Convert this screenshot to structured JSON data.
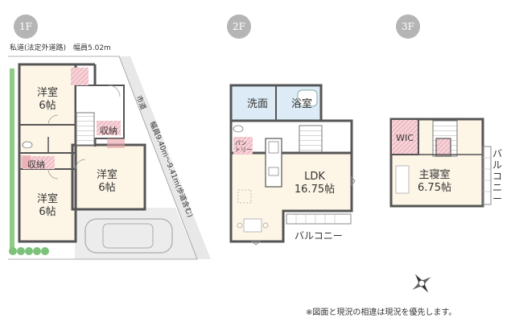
{
  "floors": [
    {
      "badge": "1F",
      "color": "#b5b5b5"
    },
    {
      "badge": "2F",
      "color": "#b5b5b5"
    },
    {
      "badge": "3F",
      "color": "#b5b5b5"
    }
  ],
  "site": {
    "private_road": "私道(法定外道路)　幅員5.02m",
    "city_road_name": "市道",
    "city_road_width": "幅員9.40m〜9.41m(歩道含む)"
  },
  "rooms_1f": {
    "western_top": [
      "洋室",
      "6帖"
    ],
    "western_bottom": [
      "洋室",
      "6帖"
    ],
    "western_right": [
      "洋室",
      "6帖"
    ],
    "storage_left": "収納",
    "storage_right": "収納"
  },
  "rooms_2f": {
    "washroom": "洗面",
    "bathroom": "浴室",
    "pantry": [
      "パン",
      "トリー"
    ],
    "ldk": [
      "LDK",
      "16.75帖"
    ],
    "balcony": "バルコニー"
  },
  "rooms_3f": {
    "wic": "WIC",
    "master_bedroom": [
      "主寝室",
      "6.75帖"
    ],
    "balcony": "バルコニー"
  },
  "note": "※図面と現況の相違は現況を優先します。",
  "colors": {
    "wall": "#555555",
    "hatch_red": "#e8a0a8",
    "bath_blue": "#dcebf5",
    "floor_cream": "#fdf5e6",
    "greenery": "#7cc27a",
    "road_gray": "#e6e6e6"
  },
  "icons": {
    "compass": "compass-rose-icon",
    "car": "car-outline-icon",
    "tree": "shrub-icon"
  }
}
